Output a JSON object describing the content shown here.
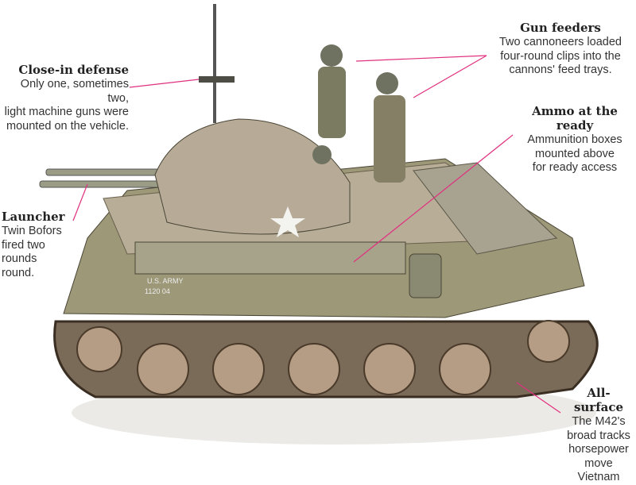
{
  "callouts": {
    "close_in": {
      "title": "Close-in defense",
      "lines": [
        "Only one, sometimes two,",
        "light machine guns were",
        "mounted on the vehicle."
      ]
    },
    "launcher": {
      "title": "Launcher",
      "lines": [
        "Twin Bofors",
        "fired two",
        "rounds",
        "round."
      ]
    },
    "gun_feeders": {
      "title": "Gun feeders",
      "lines": [
        "Two cannoneers loaded",
        "four-round clips into the",
        "cannons' feed trays."
      ]
    },
    "ammo": {
      "title": "Ammo at the ready",
      "lines": [
        "Ammunition boxes",
        "mounted above",
        "for ready access"
      ]
    },
    "all_surface": {
      "title": "All-surface",
      "lines": [
        "The M42's",
        "broad tracks",
        "horsepower",
        "move",
        "Vietnam"
      ]
    }
  },
  "vehicle_markings": {
    "side_text": "U.S. ARMY",
    "serial": "1120 04"
  },
  "colors": {
    "leader": "#e0307f",
    "hull": "#8e9270",
    "track": "#5a4a3a"
  }
}
